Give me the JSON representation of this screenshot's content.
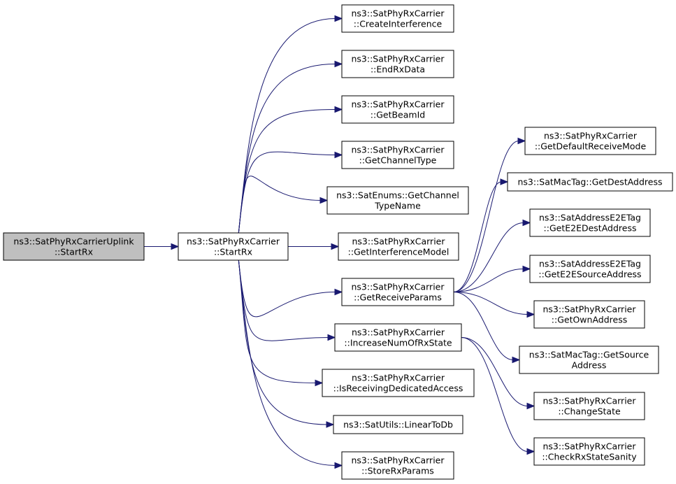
{
  "colors": {
    "edge": "#191970",
    "node_fill": "#ffffff",
    "root_fill": "#bfbfbf",
    "node_border": "#000000",
    "background": "#ffffff"
  },
  "nodes": [
    {
      "id": "root",
      "lines": [
        "ns3::SatPhyRxCarrierUplink",
        "::StartRx"
      ],
      "highlight": true
    },
    {
      "id": "startrx",
      "lines": [
        "ns3::SatPhyRxCarrier",
        "::StartRx"
      ]
    },
    {
      "id": "createinterference",
      "lines": [
        "ns3::SatPhyRxCarrier",
        "::CreateInterference"
      ]
    },
    {
      "id": "endrxdata",
      "lines": [
        "ns3::SatPhyRxCarrier",
        "::EndRxData"
      ]
    },
    {
      "id": "getbeamid",
      "lines": [
        "ns3::SatPhyRxCarrier",
        "::GetBeamId"
      ]
    },
    {
      "id": "getchanneltype",
      "lines": [
        "ns3::SatPhyRxCarrier",
        "::GetChannelType"
      ]
    },
    {
      "id": "getchanneltypename",
      "lines": [
        "ns3::SatEnums::GetChannel",
        "TypeName"
      ]
    },
    {
      "id": "getinterferencemodel",
      "lines": [
        "ns3::SatPhyRxCarrier",
        "::GetInterferenceModel"
      ]
    },
    {
      "id": "getreceiveparams",
      "lines": [
        "ns3::SatPhyRxCarrier",
        "::GetReceiveParams"
      ]
    },
    {
      "id": "increasenumofrxstate",
      "lines": [
        "ns3::SatPhyRxCarrier",
        "::IncreaseNumOfRxState"
      ]
    },
    {
      "id": "isreceivingdedicatedaccess",
      "lines": [
        "ns3::SatPhyRxCarrier",
        "::IsReceivingDedicatedAccess"
      ]
    },
    {
      "id": "lineartodb",
      "lines": [
        "ns3::SatUtils::LinearToDb"
      ]
    },
    {
      "id": "storerxparams",
      "lines": [
        "ns3::SatPhyRxCarrier",
        "::StoreRxParams"
      ]
    },
    {
      "id": "getdefaultreceivemode",
      "lines": [
        "ns3::SatPhyRxCarrier",
        "::GetDefaultReceiveMode"
      ]
    },
    {
      "id": "getdestaddress",
      "lines": [
        "ns3::SatMacTag::GetDestAddress"
      ]
    },
    {
      "id": "gete2edestaddress",
      "lines": [
        "ns3::SatAddressE2ETag",
        "::GetE2EDestAddress"
      ]
    },
    {
      "id": "gete2esourceaddress",
      "lines": [
        "ns3::SatAddressE2ETag",
        "::GetE2ESourceAddress"
      ]
    },
    {
      "id": "getownaddress",
      "lines": [
        "ns3::SatPhyRxCarrier",
        "::GetOwnAddress"
      ]
    },
    {
      "id": "getsourceaddress",
      "lines": [
        "ns3::SatMacTag::GetSource",
        "Address"
      ]
    },
    {
      "id": "changestate",
      "lines": [
        "ns3::SatPhyRxCarrier",
        "::ChangeState"
      ]
    },
    {
      "id": "checkrxstatesanity",
      "lines": [
        "ns3::SatPhyRxCarrier",
        "::CheckRxStateSanity"
      ]
    }
  ],
  "edges": [
    [
      "root",
      "startrx"
    ],
    [
      "startrx",
      "createinterference"
    ],
    [
      "startrx",
      "endrxdata"
    ],
    [
      "startrx",
      "getbeamid"
    ],
    [
      "startrx",
      "getchanneltype"
    ],
    [
      "startrx",
      "getchanneltypename"
    ],
    [
      "startrx",
      "getinterferencemodel"
    ],
    [
      "startrx",
      "getreceiveparams"
    ],
    [
      "startrx",
      "increasenumofrxstate"
    ],
    [
      "startrx",
      "isreceivingdedicatedaccess"
    ],
    [
      "startrx",
      "lineartodb"
    ],
    [
      "startrx",
      "storerxparams"
    ],
    [
      "getreceiveparams",
      "getdefaultreceivemode"
    ],
    [
      "getreceiveparams",
      "getdestaddress"
    ],
    [
      "getreceiveparams",
      "gete2edestaddress"
    ],
    [
      "getreceiveparams",
      "gete2esourceaddress"
    ],
    [
      "getreceiveparams",
      "getownaddress"
    ],
    [
      "getreceiveparams",
      "getsourceaddress"
    ],
    [
      "increasenumofrxstate",
      "changestate"
    ],
    [
      "increasenumofrxstate",
      "checkrxstatesanity"
    ]
  ]
}
